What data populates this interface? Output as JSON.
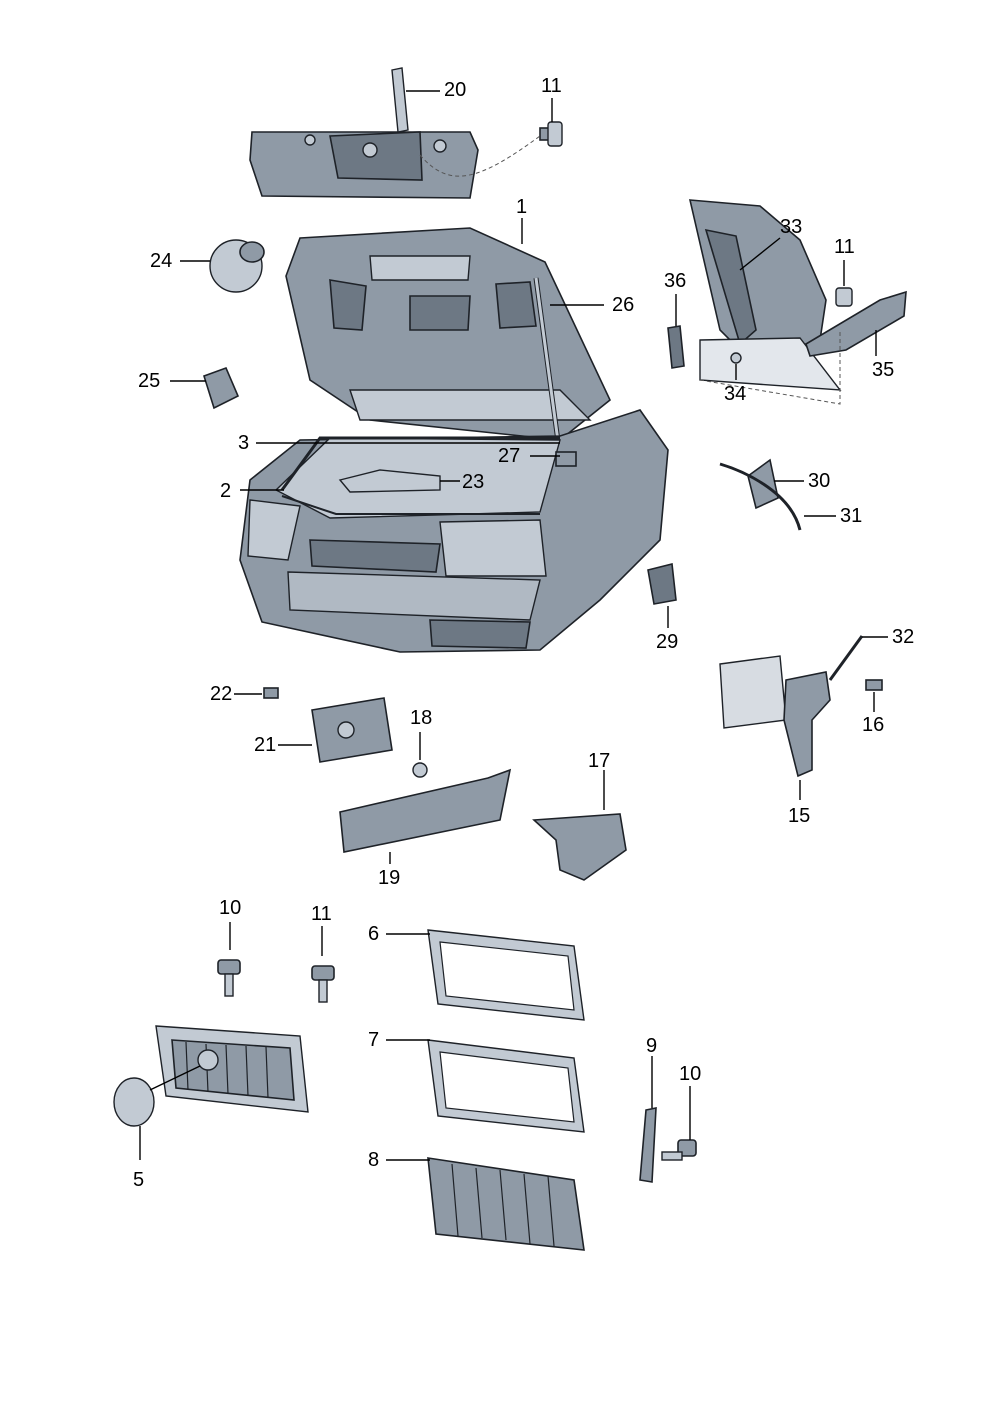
{
  "callouts": {
    "c1": "1",
    "c2": "2",
    "c3": "3",
    "c5": "5",
    "c6": "6",
    "c7": "7",
    "c8": "8",
    "c9": "9",
    "c10a": "10",
    "c10b": "10",
    "c11a": "11",
    "c11b": "11",
    "c11c": "11",
    "c15": "15",
    "c16": "16",
    "c17": "17",
    "c18": "18",
    "c19": "19",
    "c20": "20",
    "c21": "21",
    "c22": "22",
    "c23": "23",
    "c24": "24",
    "c25": "25",
    "c26": "26",
    "c27": "27",
    "c29": "29",
    "c30": "30",
    "c31": "31",
    "c32": "32",
    "c33": "33",
    "c34": "34",
    "c35": "35",
    "c36": "36"
  }
}
